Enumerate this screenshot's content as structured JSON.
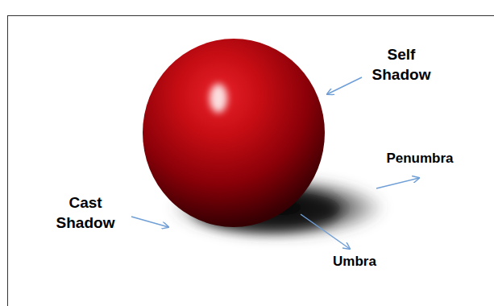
{
  "diagram": {
    "labels": [
      "Self Shadow",
      "Penumbra",
      "Cast Shadow",
      "Umbra"
    ]
  }
}
